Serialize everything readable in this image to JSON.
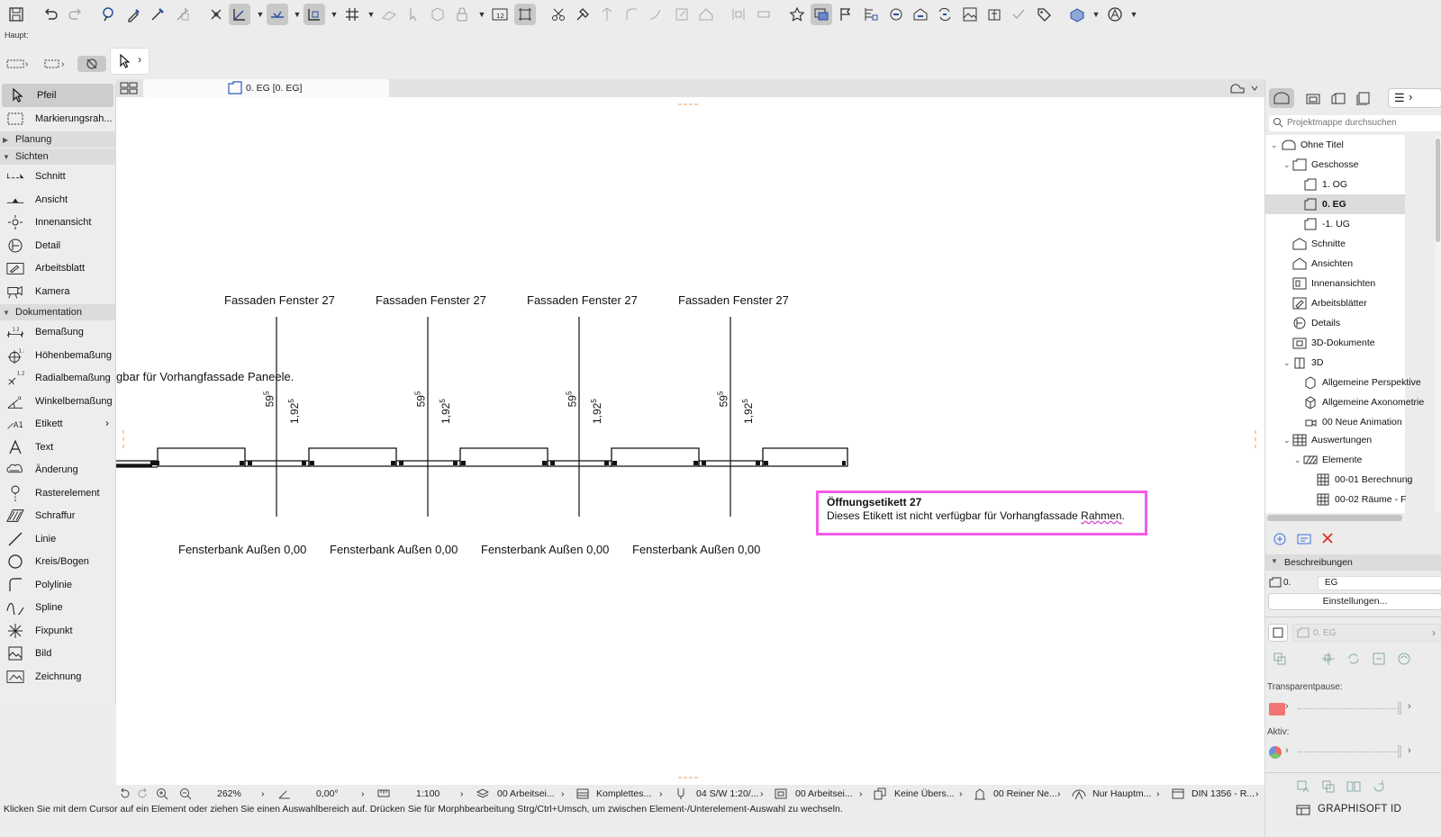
{
  "layer_label": "Haupt:",
  "tab": {
    "title": "0. EG [0. EG]"
  },
  "toolbox": {
    "pfeil": "Pfeil",
    "markierung": "Markierungsrah...",
    "sec_planung": "Planung",
    "sec_sichten": "Sichten",
    "schnitt": "Schnitt",
    "ansicht": "Ansicht",
    "innenansicht": "Innenansicht",
    "detail": "Detail",
    "arbeitsblatt": "Arbeitsblatt",
    "kamera": "Kamera",
    "sec_dokumentation": "Dokumentation",
    "bemassung": "Bemaßung",
    "hoehenbemassung": "Höhenbemaßung",
    "radialbemassung": "Radialbemaßung",
    "winkelbemassung": "Winkelbemaßung",
    "etikett": "Etikett",
    "text": "Text",
    "aenderung": "Änderung",
    "rasterelement": "Rasterelement",
    "schraffur": "Schraffur",
    "linie": "Linie",
    "kreisbogen": "Kreis/Bogen",
    "polylinie": "Polylinie",
    "spline": "Spline",
    "fixpunkt": "Fixpunkt",
    "bild": "Bild",
    "zeichnung": "Zeichnung"
  },
  "drawing": {
    "window_labels": [
      "Fassaden Fenster 27",
      "Fassaden Fenster 27",
      "Fassaden Fenster 27",
      "Fassaden Fenster 27"
    ],
    "sill_labels": [
      "Fensterbank Außen 0,00",
      "Fensterbank Außen 0,00",
      "Fensterbank Außen 0,00",
      "Fensterbank Außen 0,00"
    ],
    "dim_a": "59",
    "dim_a_sup": "5",
    "dim_b": "1,92",
    "dim_b_sup": "5",
    "cut_text": "gbar für Vorhangfassade Paneele.",
    "tag_title": "Öffnungsetikett 27",
    "tag_body": "Dieses Etikett ist nicht verfügbar für Vorhangfassade",
    "tag_word": "Rahmen",
    "tag_end": "."
  },
  "status": {
    "zoom": "262%",
    "angle": "0,00°",
    "scale": "1:100",
    "layer_combo": "00 Arbeitsei...",
    "model_view": "Komplettes...",
    "pen_set": "04 S/W 1:20/...",
    "dim_style": "00 Arbeitsei...",
    "override": "Keine Übers...",
    "renovation": "00 Reiner Ne...",
    "structure": "Nur Hauptm...",
    "dim_standard": "DIN 1356 - R..."
  },
  "hint": "Klicken Sie mit dem Cursor auf ein Element oder ziehen Sie einen Auswahlbereich auf. Drücken Sie für Morphbearbeitung Strg/Ctrl+Umsch, um zwischen Element-/Unterelement-Auswahl zu wechseln.",
  "navigator": {
    "search_placeholder": "Projektmappe durchsuchen",
    "root": "Ohne Titel",
    "geschosse": "Geschosse",
    "og1": "1. OG",
    "eg0": "0. EG",
    "ug1": "-1. UG",
    "schnitte": "Schnitte",
    "ansichten": "Ansichten",
    "innenansichten": "Innenansichten",
    "arbeitsblaetter": "Arbeitsblätter",
    "details": "Details",
    "dok3d": "3D-Dokumente",
    "d3": "3D",
    "allg_persp": "Allgemeine Perspektive",
    "allg_axon": "Allgemeine Axonometrie",
    "neue_anim": "00 Neue Animation",
    "auswertungen": "Auswertungen",
    "elemente": "Elemente",
    "berechnung": "00-01 Berechnung",
    "raeume": "00-02 Räume - F"
  },
  "properties": {
    "section": "Beschreibungen",
    "id_label": "0.",
    "id_value": "EG",
    "settings_button": "Einstellungen...",
    "view_value": "0. EG",
    "transparent_label": "Transparentpause:",
    "aktiv_label": "Aktiv:"
  },
  "brand": "GRAPHISOFT ID",
  "colors": {
    "tag_border": "#f25be6",
    "delete_red": "#e03020",
    "add_blue": "#3a6fd8"
  }
}
